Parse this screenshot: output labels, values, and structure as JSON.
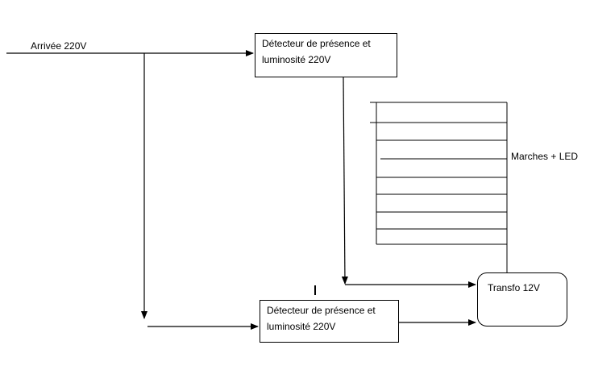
{
  "labels": {
    "arrival": "Arrivée 220V",
    "stairs": "Marches + LED"
  },
  "detector_top": {
    "line1": "Détecteur de présence et",
    "line2": "luminosité 220V"
  },
  "detector_bottom": {
    "line1": "Détecteur de présence et",
    "line2": "luminosité 220V"
  },
  "transformer": {
    "label": "Transfo 12V"
  },
  "colors": {
    "stroke": "#000000",
    "background": "#ffffff"
  }
}
